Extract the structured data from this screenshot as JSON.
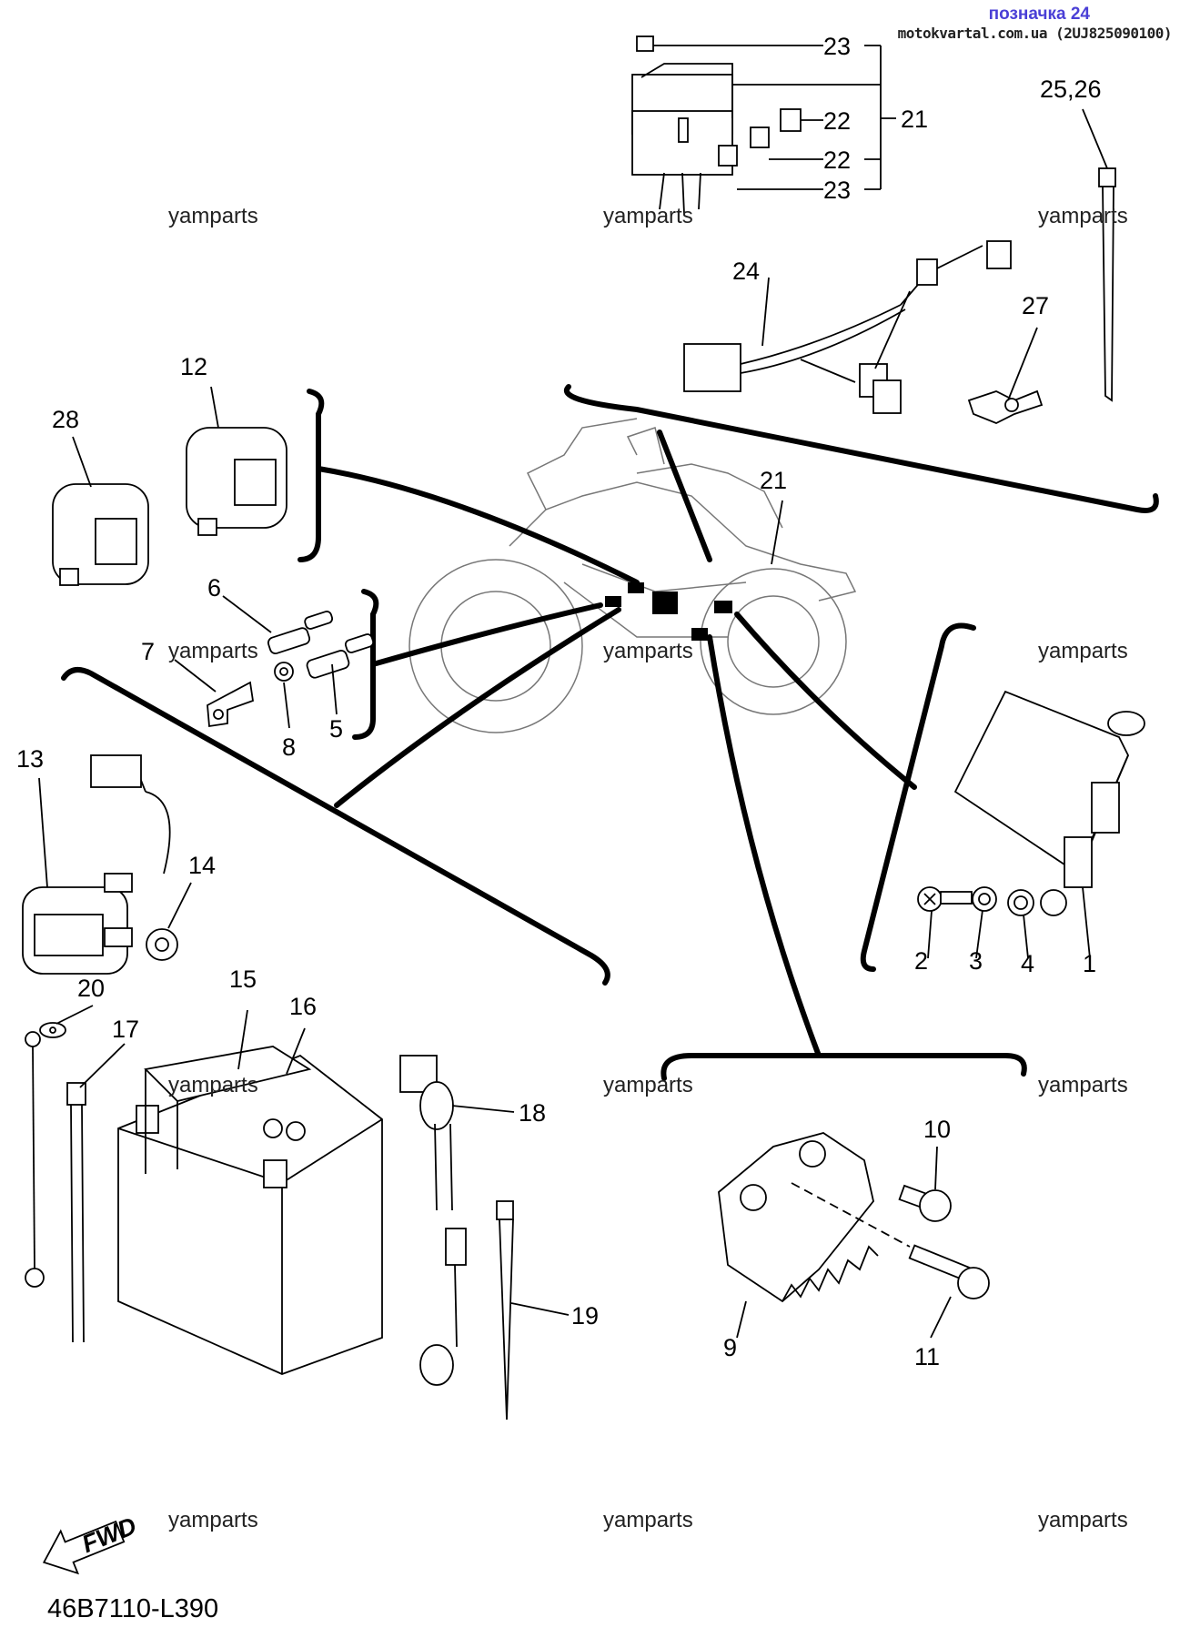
{
  "header": {
    "title": "позначка 24",
    "source": "motokvartal.com.ua (2UJ825090100)"
  },
  "watermark": "yamparts",
  "diagram_code": "46B7110-L390",
  "fwd_label": "FWD",
  "callouts": {
    "c1": "1",
    "c2": "2",
    "c3": "3",
    "c4": "4",
    "c5": "5",
    "c6": "6",
    "c7": "7",
    "c8": "8",
    "c9": "9",
    "c10": "10",
    "c11": "11",
    "c12": "12",
    "c13": "13",
    "c14": "14",
    "c15": "15",
    "c16": "16",
    "c17": "17",
    "c18": "18",
    "c19": "19",
    "c20": "20",
    "c21a": "21",
    "c21b": "21",
    "c22a": "22",
    "c22b": "22",
    "c23a": "23",
    "c23b": "23",
    "c24": "24",
    "c2526": "25,26",
    "c27": "27",
    "c28": "28"
  }
}
